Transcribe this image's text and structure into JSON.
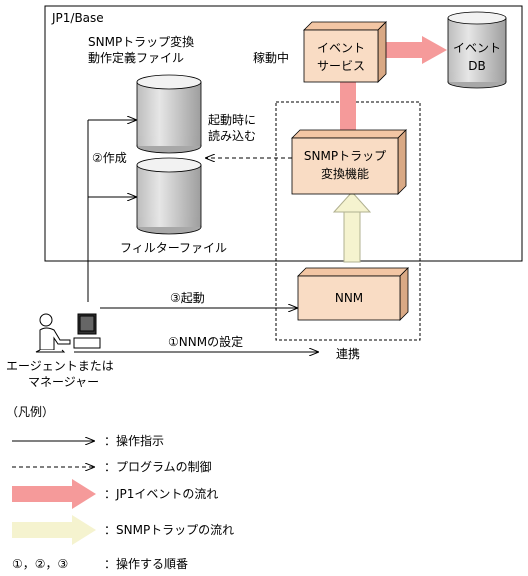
{
  "diagram": {
    "jp1_base_label": "JP1/Base",
    "snmp_def_file": [
      "SNMPトラップ変換",
      "動作定義ファイル"
    ],
    "running_label": "稼動中",
    "event_service": [
      "イベント",
      "サービス"
    ],
    "event_db": [
      "イベント",
      "DB"
    ],
    "read_on_start": [
      "起動時に",
      "読み込む"
    ],
    "create_label": "②作成",
    "snmp_converter": [
      "SNMPトラップ",
      "変換機能"
    ],
    "filter_file": "フィルターファイル",
    "nnm_label": "NNM",
    "start_label": "③起動",
    "nnm_setting_label": "①NNMの設定",
    "link_label": "連携",
    "agent_label": [
      "エージェントまたは",
      "マネージャー"
    ]
  },
  "legend": {
    "title": "（凡例）",
    "items": [
      {
        "symbol": "solid-arrow",
        "text": "：操作指示"
      },
      {
        "symbol": "dashed-arrow",
        "text": "：プログラムの制御"
      },
      {
        "symbol": "pink-arrow",
        "text": "：JP1イベントの流れ"
      },
      {
        "symbol": "cream-arrow",
        "text": "：SNMPトラップの流れ"
      },
      {
        "symbol": "numbers",
        "symbol_text": "①，②，③",
        "text": "：操作する順番"
      }
    ]
  },
  "colors": {
    "box_front": "#f9dcc4",
    "box_top": "#f3c6a4",
    "box_side": "#d9a985",
    "pink_arrow": "#f59a9a",
    "cream_arrow": "#f5f3cf",
    "cylinder_top": "#f2f2f2",
    "cylinder_body": "#d6d6d6"
  }
}
